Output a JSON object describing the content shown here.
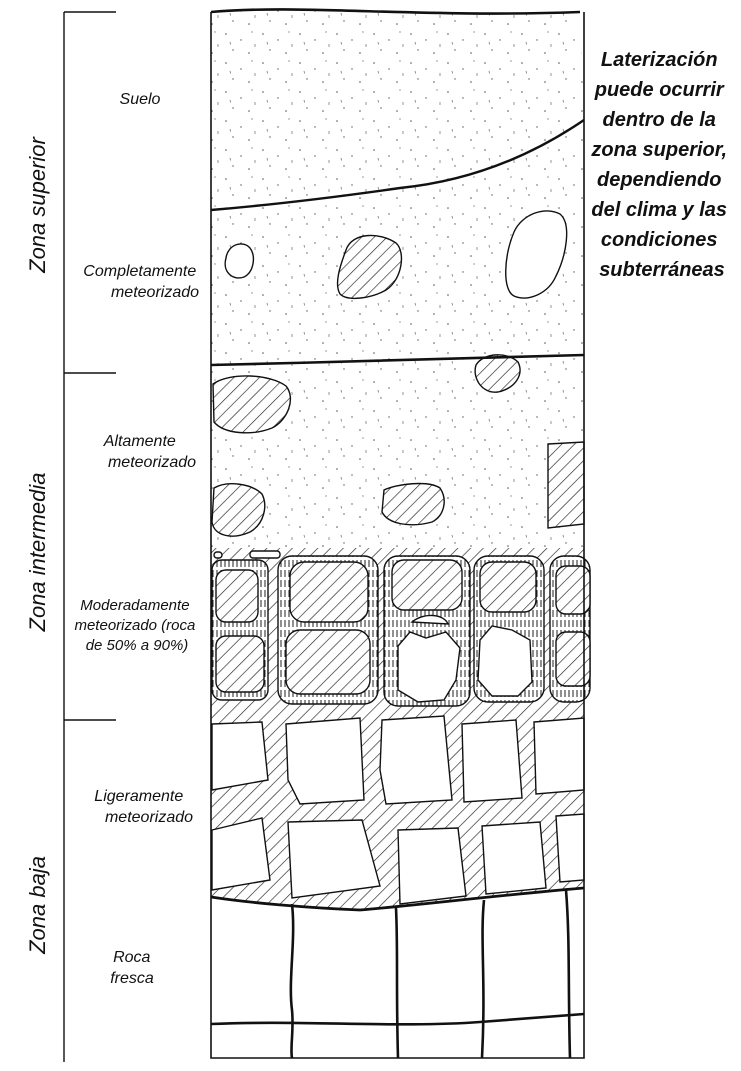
{
  "zones": {
    "upper": "Zona superior",
    "intermediate": "Zona intermedia",
    "lower": "Zona baja"
  },
  "layers": {
    "soil": "Suelo",
    "completely": [
      "Completamente",
      "meteorizado"
    ],
    "highly": [
      "Altamente",
      "meteorizado"
    ],
    "moderately": [
      "Moderadamente",
      "meteorizado (roca",
      "de 50% a 90%)"
    ],
    "slightly": [
      "Ligeramente",
      "meteorizado"
    ],
    "fresh": [
      "Roca",
      "fresca"
    ]
  },
  "note": [
    "Laterización",
    "puede ocurrir",
    "dentro de la",
    "zona superior,",
    "dependiendo",
    "del clima y las",
    "condiciones",
    "subterráneas"
  ]
}
